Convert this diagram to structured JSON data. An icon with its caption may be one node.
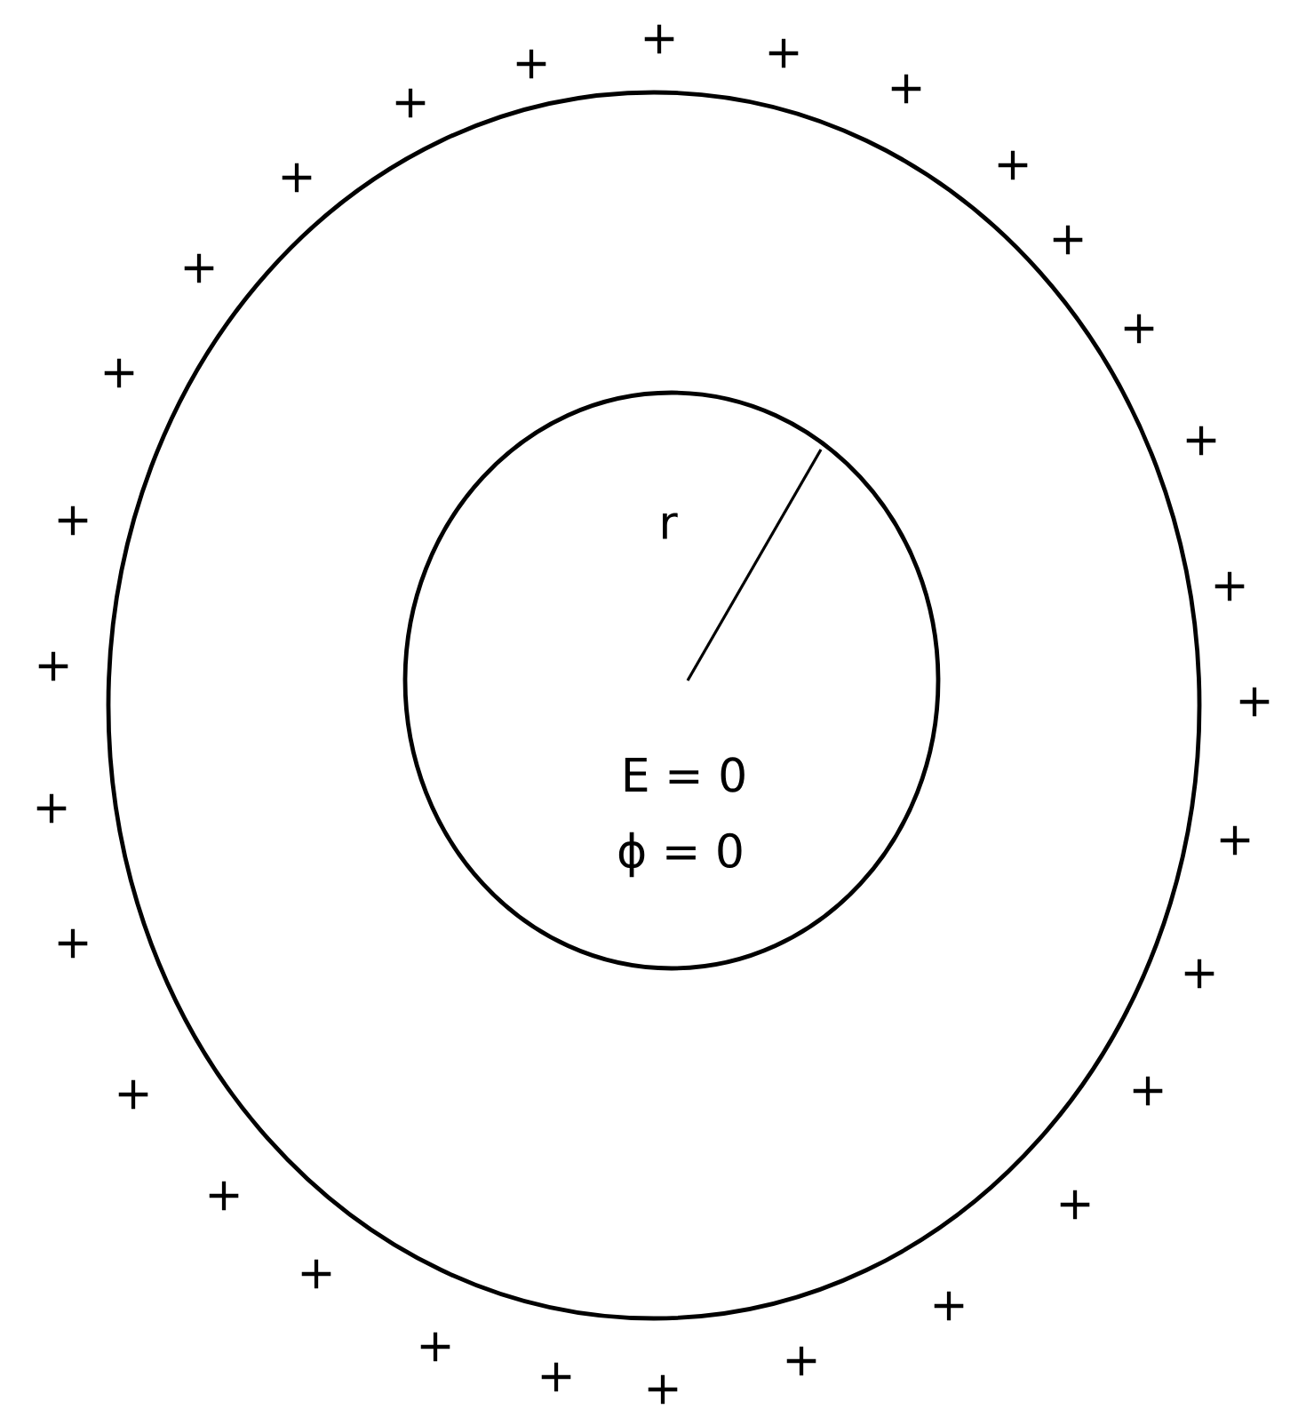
{
  "diagram": {
    "nodes": [
      {
        "text": [],
        "shape": "ellipse"
      },
      {
        "text": [
          "E = 0",
          "ϕ = 0"
        ],
        "in": 0
      }
    ],
    "labels": [
      "r",
      "+",
      "+",
      "+",
      "+",
      "+",
      "+",
      "+",
      "+",
      "+",
      "+",
      "+",
      "+",
      "+",
      "+",
      "+",
      "+",
      "+",
      "+",
      "+",
      "+",
      "+",
      "+",
      "+",
      "+",
      "+",
      "+",
      "+",
      "+",
      "+",
      "+"
    ]
  }
}
